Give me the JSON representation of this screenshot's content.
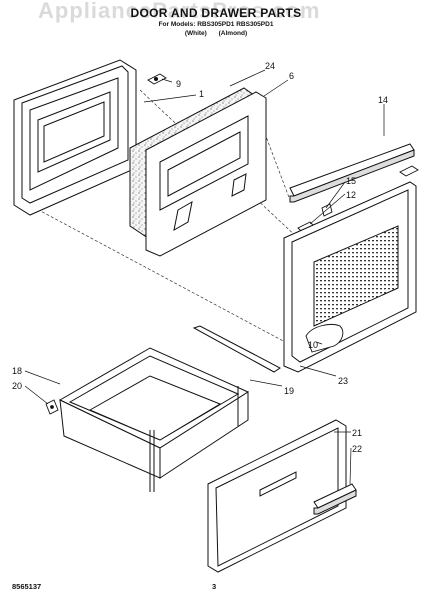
{
  "header": {
    "title": "DOOR AND DRAWER PARTS",
    "model_line": "For Models: RBS305PD1 RBS305PD1",
    "color_line": "(White) (Almond)",
    "watermark": "AppliancePartsPros.com"
  },
  "footer": {
    "code": "8565137",
    "page": "3"
  },
  "callouts": [
    "1",
    "6",
    "9",
    "24",
    "14",
    "15",
    "12",
    "10",
    "23",
    "18",
    "20",
    "19",
    "21",
    "22"
  ],
  "colors": {
    "ink": "#111111",
    "insulation": "#e8e8e8",
    "watermark": "#9a9a9a"
  }
}
